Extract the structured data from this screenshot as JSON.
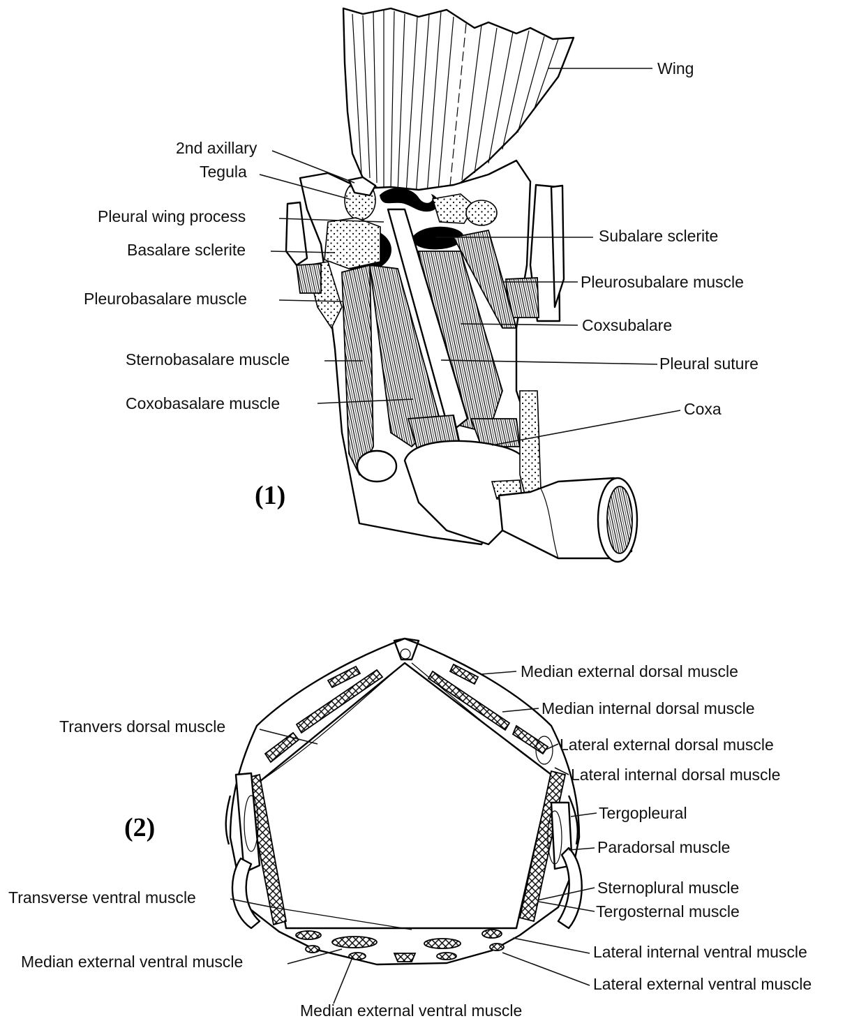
{
  "figure1": {
    "panel_label": "(1)",
    "labels": {
      "wing": "Wing",
      "second_axillary": "2nd axillary",
      "tegula": "Tegula",
      "pleural_wing_process": "Pleural wing process",
      "basalare_sclerite": "Basalare sclerite",
      "pleurobasalare_muscle": "Pleurobasalare muscle",
      "sternobasalare_muscle": "Sternobasalare muscle",
      "coxobasalare_muscle": "Coxobasalare muscle",
      "subalare_sclerite": "Subalare sclerite",
      "pleurosubalare_muscle": "Pleurosubalare muscle",
      "coxsubalare": "Coxsubalare",
      "pleural_suture": "Pleural suture",
      "coxa": "Coxa"
    }
  },
  "figure2": {
    "panel_label": "(2)",
    "labels": {
      "median_external_dorsal_muscle": "Median external dorsal muscle",
      "median_internal_dorsal_muscle": "Median internal dorsal muscle",
      "tranvers_dorsal_muscle": "Tranvers dorsal muscle",
      "lateral_external_dorsal_muscle": "Lateral external dorsal muscle",
      "lateral_internal_dorsal_muscle": "Lateral internal dorsal muscle",
      "tergopleural": "Tergopleural",
      "paradorsal_muscle": "Paradorsal muscle",
      "transverse_ventral_muscle": "Transverse ventral muscle",
      "sternoplural_muscle": "Sternoplural muscle",
      "tergosternal_muscle": "Tergosternal muscle",
      "median_external_ventral_muscle_left": "Median external ventral muscle",
      "lateral_internal_ventral_muscle": "Lateral internal ventral muscle",
      "lateral_external_ventral_muscle": "Lateral external ventral muscle",
      "median_external_ventral_muscle_bottom": "Median external ventral muscle"
    }
  }
}
